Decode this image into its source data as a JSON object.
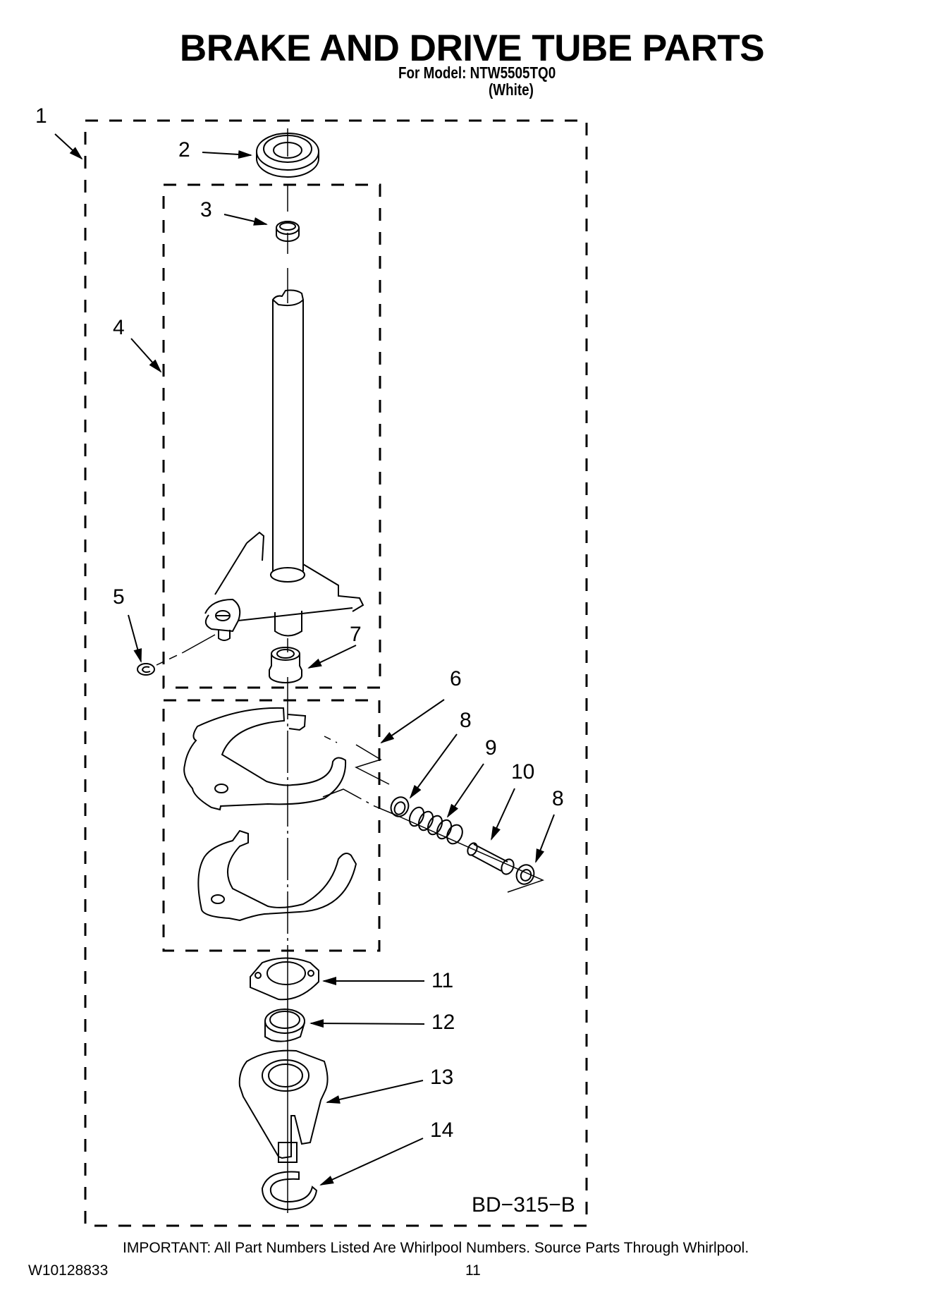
{
  "header": {
    "title": "BRAKE AND DRIVE TUBE PARTS",
    "model_line": "For Model: NTW5505TQ0",
    "color_line": "(White)"
  },
  "diagram": {
    "code": "BD−315−B",
    "callouts": [
      {
        "id": "1",
        "label": "1",
        "part": "brake-and-drive-tube-assembly"
      },
      {
        "id": "2",
        "label": "2",
        "part": "bearing-seal"
      },
      {
        "id": "3",
        "label": "3",
        "part": "bushing"
      },
      {
        "id": "4",
        "label": "4",
        "part": "drive-tube-assembly"
      },
      {
        "id": "5",
        "label": "5",
        "part": "e-ring"
      },
      {
        "id": "6",
        "label": "6",
        "part": "brake-shoe-assembly"
      },
      {
        "id": "7",
        "label": "7",
        "part": "bushing-lower"
      },
      {
        "id": "8a",
        "label": "8",
        "part": "washer"
      },
      {
        "id": "9",
        "label": "9",
        "part": "spring"
      },
      {
        "id": "10",
        "label": "10",
        "part": "pin"
      },
      {
        "id": "8b",
        "label": "8",
        "part": "washer"
      },
      {
        "id": "11",
        "label": "11",
        "part": "brake-cam"
      },
      {
        "id": "12",
        "label": "12",
        "part": "drive-ring"
      },
      {
        "id": "13",
        "label": "13",
        "part": "brake-lever"
      },
      {
        "id": "14",
        "label": "14",
        "part": "retaining-ring"
      }
    ]
  },
  "footer": {
    "notice": "IMPORTANT: All Part Numbers Listed Are Whirlpool Numbers. Source Parts Through Whirlpool.",
    "document_number": "W10128833",
    "page_number": "11"
  }
}
